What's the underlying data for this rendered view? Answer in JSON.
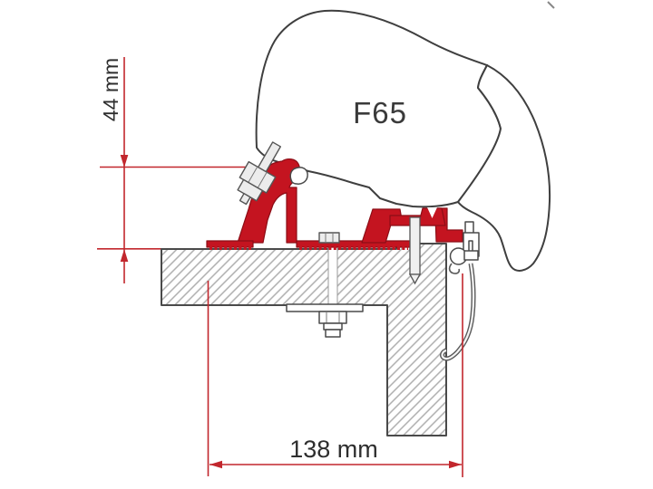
{
  "diagram": {
    "model_label": "F65",
    "dim_height_label": "44 mm",
    "dim_width_label": "138 mm",
    "colors": {
      "bracket_red": "#c41420",
      "bracket_red_outline": "#8c0d16",
      "dimension_red": "#c2272d",
      "outline_dark": "#3f3f3f",
      "hatch_gray": "#adadad",
      "metal_gray": "#ececec",
      "background": "#ffffff"
    }
  }
}
